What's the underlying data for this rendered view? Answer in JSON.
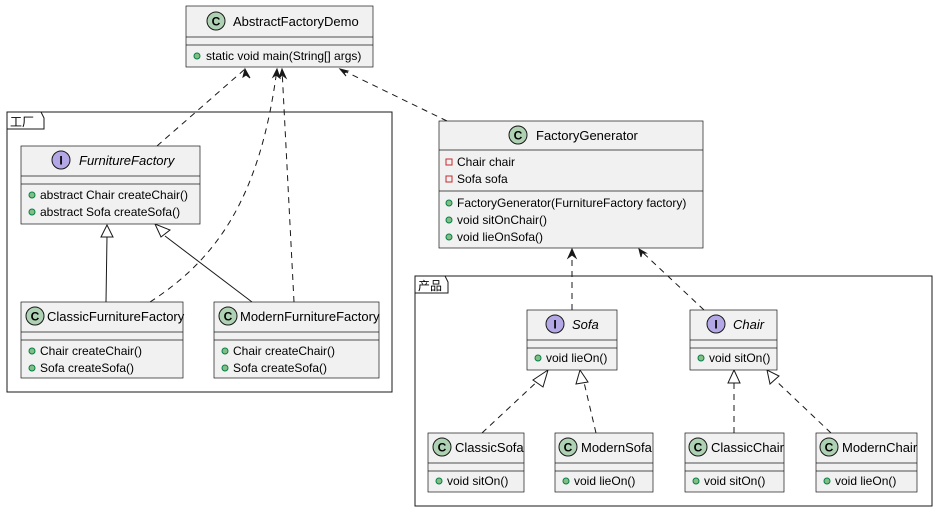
{
  "packages": {
    "factory": {
      "label": "工厂"
    },
    "product": {
      "label": "产品"
    }
  },
  "classes": {
    "demo": {
      "name": "AbstractFactoryDemo",
      "kind": "C",
      "methods": [
        "static void main(String[] args)"
      ]
    },
    "furniture_factory": {
      "name": "FurnitureFactory",
      "kind": "I",
      "methods": [
        "abstract Chair createChair()",
        "abstract Sofa createSofa()"
      ]
    },
    "classic_factory": {
      "name": "ClassicFurnitureFactory",
      "kind": "C",
      "methods": [
        "Chair createChair()",
        "Sofa createSofa()"
      ]
    },
    "modern_factory": {
      "name": "ModernFurnitureFactory",
      "kind": "C",
      "methods": [
        "Chair createChair()",
        "Sofa createSofa()"
      ]
    },
    "generator": {
      "name": "FactoryGenerator",
      "kind": "C",
      "fields": [
        "Chair chair",
        "Sofa sofa"
      ],
      "methods": [
        "FactoryGenerator(FurnitureFactory factory)",
        "void sitOnChair()",
        "void lieOnSofa()"
      ]
    },
    "sofa": {
      "name": "Sofa",
      "kind": "I",
      "methods": [
        "void lieOn()"
      ]
    },
    "chair": {
      "name": "Chair",
      "kind": "I",
      "methods": [
        "void sitOn()"
      ]
    },
    "classic_sofa": {
      "name": "ClassicSofa",
      "kind": "C",
      "methods": [
        "void sitOn()"
      ]
    },
    "modern_sofa": {
      "name": "ModernSofa",
      "kind": "C",
      "methods": [
        "void lieOn()"
      ]
    },
    "classic_chair": {
      "name": "ClassicChair",
      "kind": "C",
      "methods": [
        "void sitOn()"
      ]
    },
    "modern_chair": {
      "name": "ModernChair",
      "kind": "C",
      "methods": [
        "void lieOn()"
      ]
    }
  },
  "colors": {
    "class_fill": "#f1f1f1",
    "class_badge": "#add1b2",
    "interface_badge": "#b4a7e5",
    "public_marker": "#84be84",
    "private_marker": "#c82930",
    "line": "#181818"
  }
}
